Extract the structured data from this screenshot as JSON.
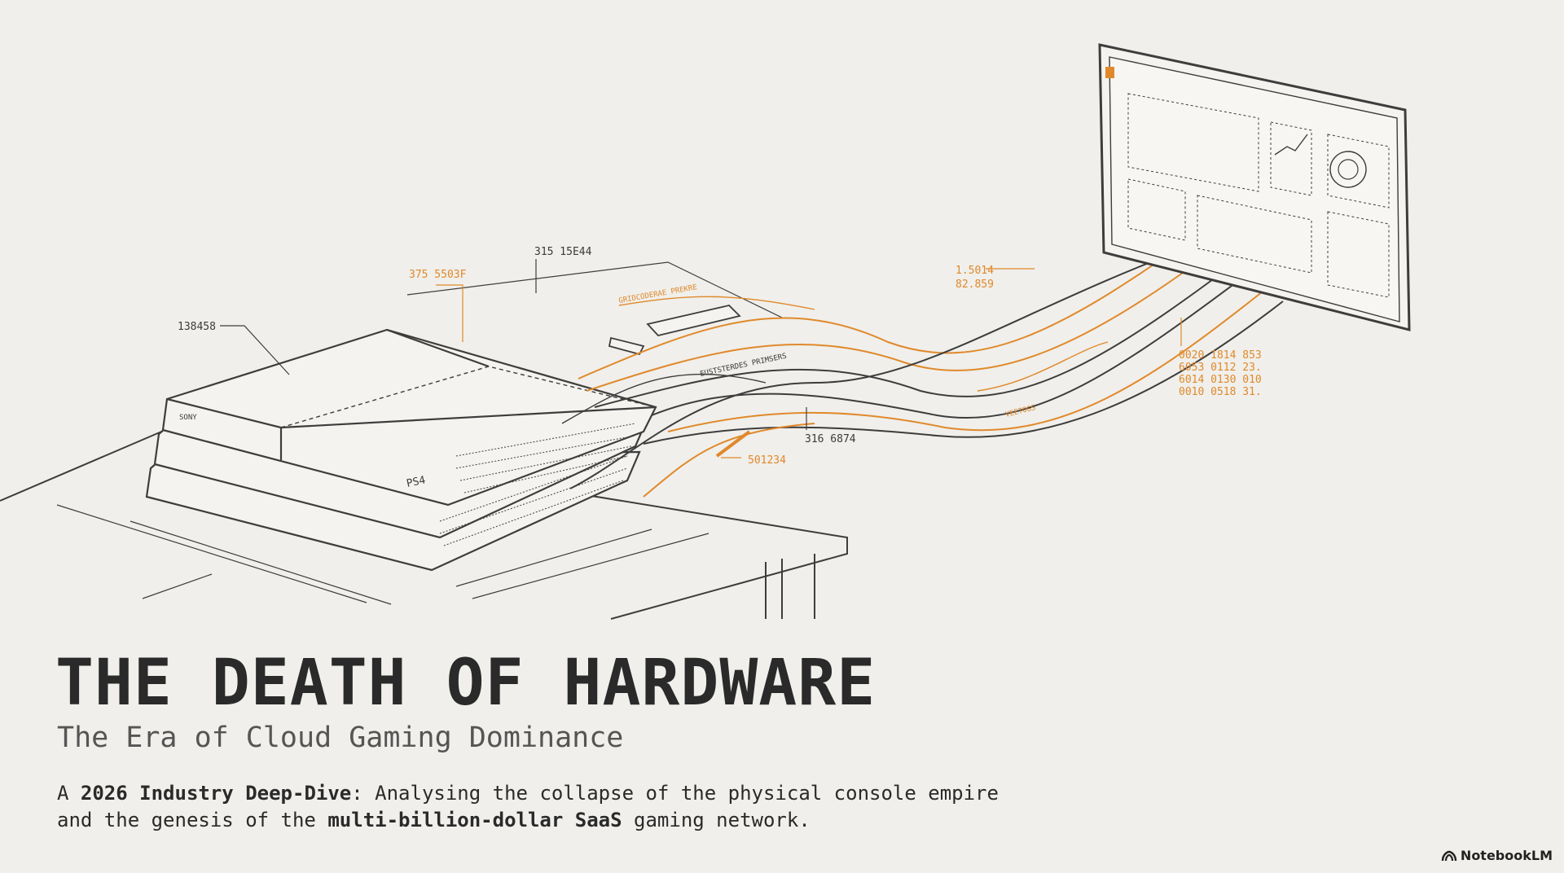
{
  "slide": {
    "title": "THE DEATH OF HARDWARE",
    "subtitle": "The Era of Cloud Gaming Dominance",
    "description": [
      {
        "text": "A ",
        "bold": false
      },
      {
        "text": "2026 Industry Deep-Dive",
        "bold": true
      },
      {
        "text": ": Analysing the collapse of the physical console empire and the genesis of the ",
        "bold": false
      },
      {
        "text": "multi-billion-dollar SaaS",
        "bold": true
      },
      {
        "text": " gaming network.",
        "bold": false
      }
    ]
  },
  "brand": {
    "name": "NotebookLM",
    "icon": "notebooklm-logo-icon"
  },
  "illustration": {
    "annotations": {
      "label_138458": "138458",
      "label_375": "375 5503F",
      "label_315": "315 15E44",
      "label_15014": "1.5014",
      "label_82859": "82.859",
      "label_316": "316 6874",
      "label_501234": "501234",
      "data_block": [
        "0020 1814 853",
        "6053 0112 23.",
        "6014 0130 010",
        "0010 0518 31."
      ],
      "flow_label_1": "GRIDCODERAE PREKRE",
      "flow_label_2": "EUSTSTERDES PRIMSERS",
      "flow_label_3": "VEETOGS",
      "console_brand": "SONY",
      "console_model": "PS4"
    },
    "colors": {
      "line": "#3d3d3d",
      "accent": "#e0892b",
      "background": "#f0efeb"
    }
  }
}
